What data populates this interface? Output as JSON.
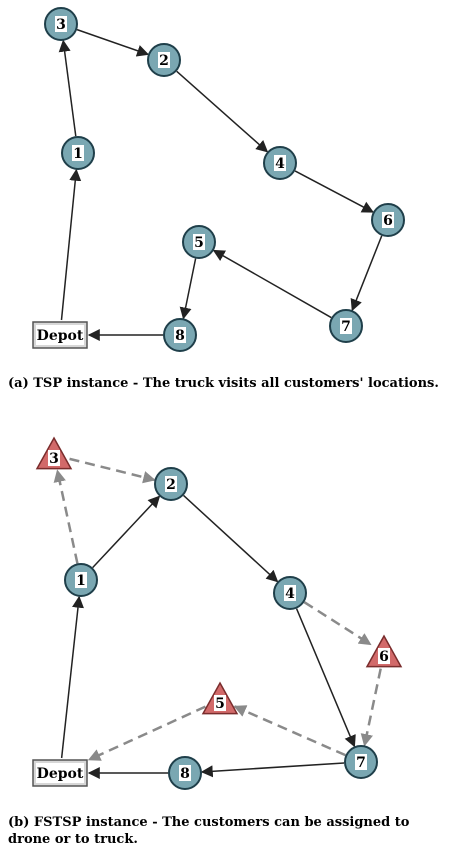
{
  "depot_label": "Depot",
  "caption_a": "(a) TSP instance - The truck visits all customers' locations.",
  "caption_b": "(b) FSTSP instance - The customers can be assigned to drone or to truck.",
  "colors": {
    "truck_node": "#7aa7b2",
    "drone_node": "#d26a6a",
    "truck_edge": "#222222",
    "drone_edge": "#8a8a8a"
  },
  "diagram_a": {
    "nodes": [
      {
        "id": "3",
        "type": "truck"
      },
      {
        "id": "2",
        "type": "truck"
      },
      {
        "id": "1",
        "type": "truck"
      },
      {
        "id": "4",
        "type": "truck"
      },
      {
        "id": "6",
        "type": "truck"
      },
      {
        "id": "5",
        "type": "truck"
      },
      {
        "id": "7",
        "type": "truck"
      },
      {
        "id": "8",
        "type": "truck"
      }
    ],
    "edges": [
      {
        "from": "Depot",
        "to": "1",
        "mode": "truck"
      },
      {
        "from": "1",
        "to": "3",
        "mode": "truck"
      },
      {
        "from": "3",
        "to": "2",
        "mode": "truck"
      },
      {
        "from": "2",
        "to": "4",
        "mode": "truck"
      },
      {
        "from": "4",
        "to": "6",
        "mode": "truck"
      },
      {
        "from": "6",
        "to": "7",
        "mode": "truck"
      },
      {
        "from": "7",
        "to": "5",
        "mode": "truck"
      },
      {
        "from": "5",
        "to": "8",
        "mode": "truck"
      },
      {
        "from": "8",
        "to": "Depot",
        "mode": "truck"
      }
    ]
  },
  "diagram_b": {
    "nodes": [
      {
        "id": "3",
        "type": "drone"
      },
      {
        "id": "2",
        "type": "truck"
      },
      {
        "id": "1",
        "type": "truck"
      },
      {
        "id": "4",
        "type": "truck"
      },
      {
        "id": "6",
        "type": "drone"
      },
      {
        "id": "5",
        "type": "drone"
      },
      {
        "id": "7",
        "type": "truck"
      },
      {
        "id": "8",
        "type": "truck"
      }
    ],
    "edges": [
      {
        "from": "Depot",
        "to": "1",
        "mode": "truck"
      },
      {
        "from": "1",
        "to": "2",
        "mode": "truck"
      },
      {
        "from": "2",
        "to": "4",
        "mode": "truck"
      },
      {
        "from": "4",
        "to": "7",
        "mode": "truck"
      },
      {
        "from": "7",
        "to": "8",
        "mode": "truck"
      },
      {
        "from": "8",
        "to": "Depot",
        "mode": "truck"
      },
      {
        "from": "1",
        "to": "3",
        "mode": "drone"
      },
      {
        "from": "3",
        "to": "2",
        "mode": "drone"
      },
      {
        "from": "4",
        "to": "6",
        "mode": "drone"
      },
      {
        "from": "6",
        "to": "7",
        "mode": "drone"
      },
      {
        "from": "7",
        "to": "5",
        "mode": "drone"
      },
      {
        "from": "5",
        "to": "Depot",
        "mode": "drone"
      }
    ]
  }
}
